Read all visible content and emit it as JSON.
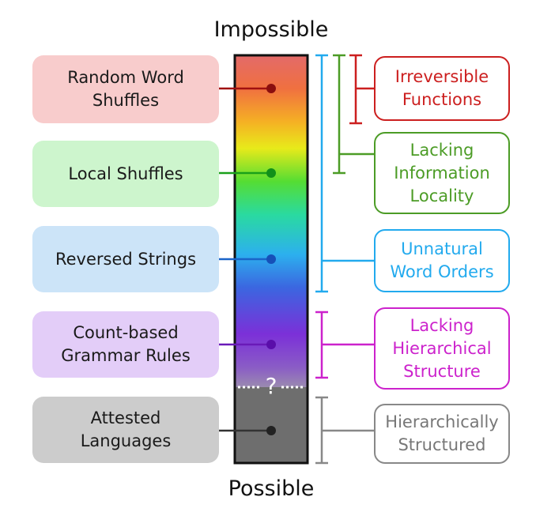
{
  "top_label": "Impossible",
  "bottom_label": "Possible",
  "separator_mark": "?",
  "left_items": [
    {
      "label": "Random Word\nShuffles",
      "bg": "#f8cccc"
    },
    {
      "label": "Local Shuffles",
      "bg": "#cdf5cd"
    },
    {
      "label": "Reversed Strings",
      "bg": "#cce4f8"
    },
    {
      "label": "Count-based\nGrammar Rules",
      "bg": "#e3cdf8"
    },
    {
      "label": "Attested\nLanguages",
      "bg": "#cccccc"
    }
  ],
  "right_items": [
    {
      "label": "Irreversible\nFunctions",
      "color": "#cc1f1f"
    },
    {
      "label": "Lacking\nInformation\nLocality",
      "color": "#4c9c26"
    },
    {
      "label": "Unnatural\nWord Orders",
      "color": "#22aaee"
    },
    {
      "label": "Lacking\nHierarchical\nStructure",
      "color": "#cc22cc"
    },
    {
      "label": "Hierarchically\nStructured",
      "color": "#888888"
    }
  ]
}
